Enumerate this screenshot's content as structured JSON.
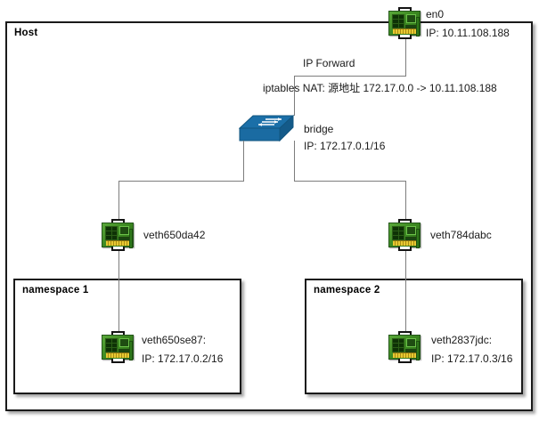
{
  "diagram": {
    "title_host": "Host",
    "namespaces": [
      {
        "label": "namespace 1"
      },
      {
        "label": "namespace 2"
      }
    ],
    "nodes": {
      "en0": {
        "name": "en0",
        "ip": "IP: 10.11.108.188",
        "icon": "network-card-icon"
      },
      "bridge": {
        "name": "bridge",
        "ip": "IP: 172.17.0.1/16",
        "icon": "network-switch-icon"
      },
      "veth_left_host": {
        "name": "veth650da42",
        "icon": "network-card-icon"
      },
      "veth_right_host": {
        "name": "veth784dabc",
        "icon": "network-card-icon"
      },
      "veth_ns1": {
        "name": "veth650se87:",
        "ip": "IP: 172.17.0.2/16",
        "icon": "network-card-icon"
      },
      "veth_ns2": {
        "name": "veth2837jdc:",
        "ip": "IP: 172.17.0.3/16",
        "icon": "network-card-icon"
      }
    },
    "annotations": {
      "ip_forward": "IP Forward",
      "iptables_nat": "iptables NAT: 源地址 172.17.0.0 -> 10.11.108.188"
    },
    "colors": {
      "box_border": "#1a1a1a",
      "line": "#7d7d7d",
      "switch_blue": "#1b6fa8",
      "nic_green": "#3d8a22",
      "text": "#1a1a1a"
    }
  }
}
